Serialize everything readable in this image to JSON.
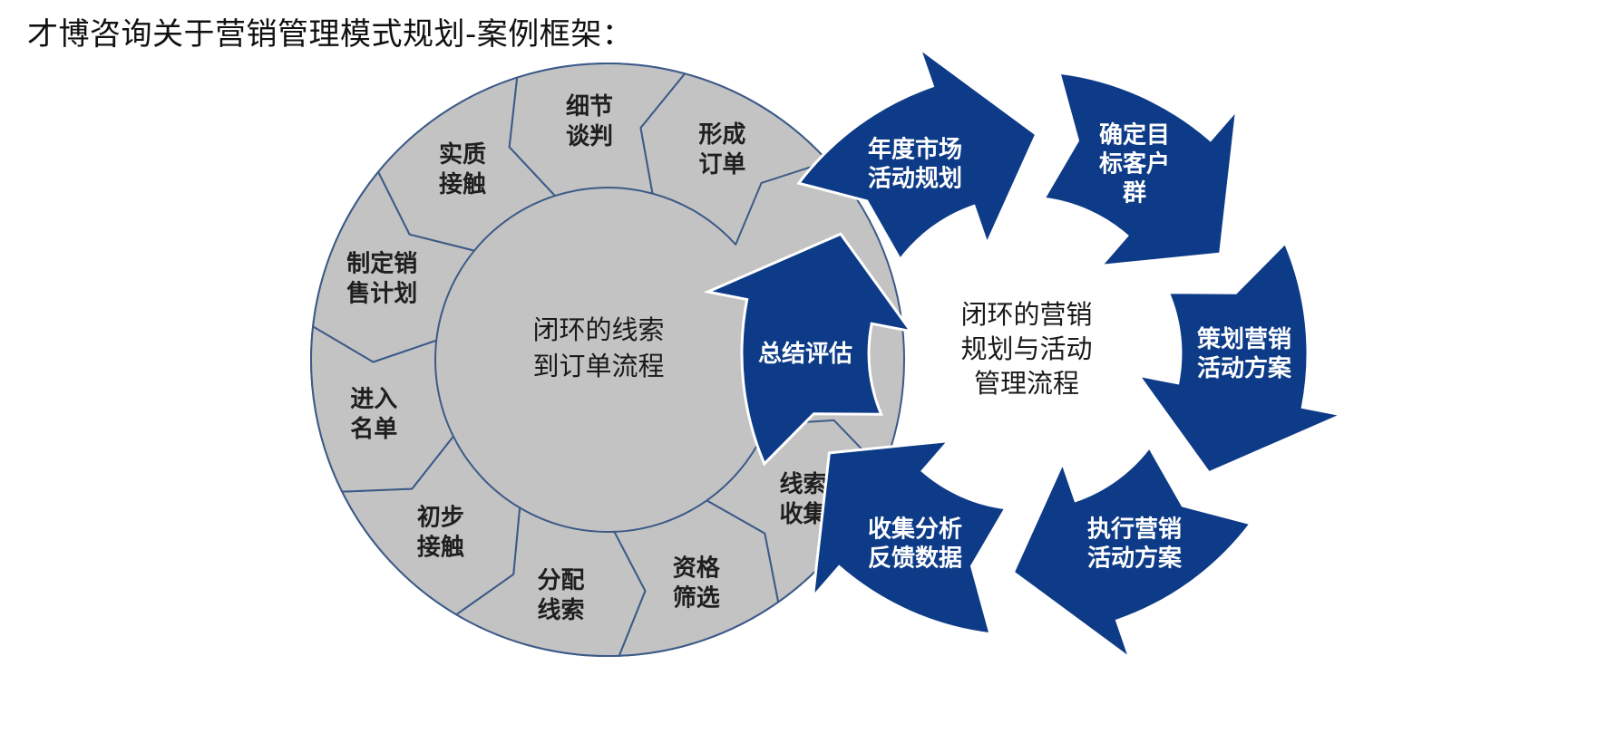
{
  "title": "才博咨询关于营销管理模式规划-案例框架：",
  "left_cycle": {
    "center": [
      "闭环的线索",
      "到订单流程"
    ],
    "segments": [
      {
        "lines": [
          "线索",
          "收集"
        ]
      },
      {
        "lines": [
          "资格",
          "筛选"
        ]
      },
      {
        "lines": [
          "分配",
          "线索"
        ]
      },
      {
        "lines": [
          "初步",
          "接触"
        ]
      },
      {
        "lines": [
          "进入",
          "名单"
        ]
      },
      {
        "lines": [
          "制定销",
          "售计划"
        ]
      },
      {
        "lines": [
          "实质",
          "接触"
        ]
      },
      {
        "lines": [
          "细节",
          "谈判"
        ]
      },
      {
        "lines": [
          "形成",
          "订单"
        ]
      }
    ],
    "fill_color": "#c3c3c3",
    "stroke_color": "#3c5a88"
  },
  "right_cycle": {
    "center": [
      "闭环的营销",
      "规划与活动",
      "管理流程"
    ],
    "arrows": [
      {
        "lines": [
          "年度市场",
          "活动规划"
        ]
      },
      {
        "lines": [
          "确定目",
          "标客户",
          "群"
        ]
      },
      {
        "lines": [
          "策划营销",
          "活动方案"
        ]
      },
      {
        "lines": [
          "执行营销",
          "活动方案"
        ]
      },
      {
        "lines": [
          "收集分析",
          "反馈数据"
        ]
      },
      {
        "lines": [
          "总结评估"
        ]
      }
    ],
    "fill_color": "#0d3b87"
  }
}
